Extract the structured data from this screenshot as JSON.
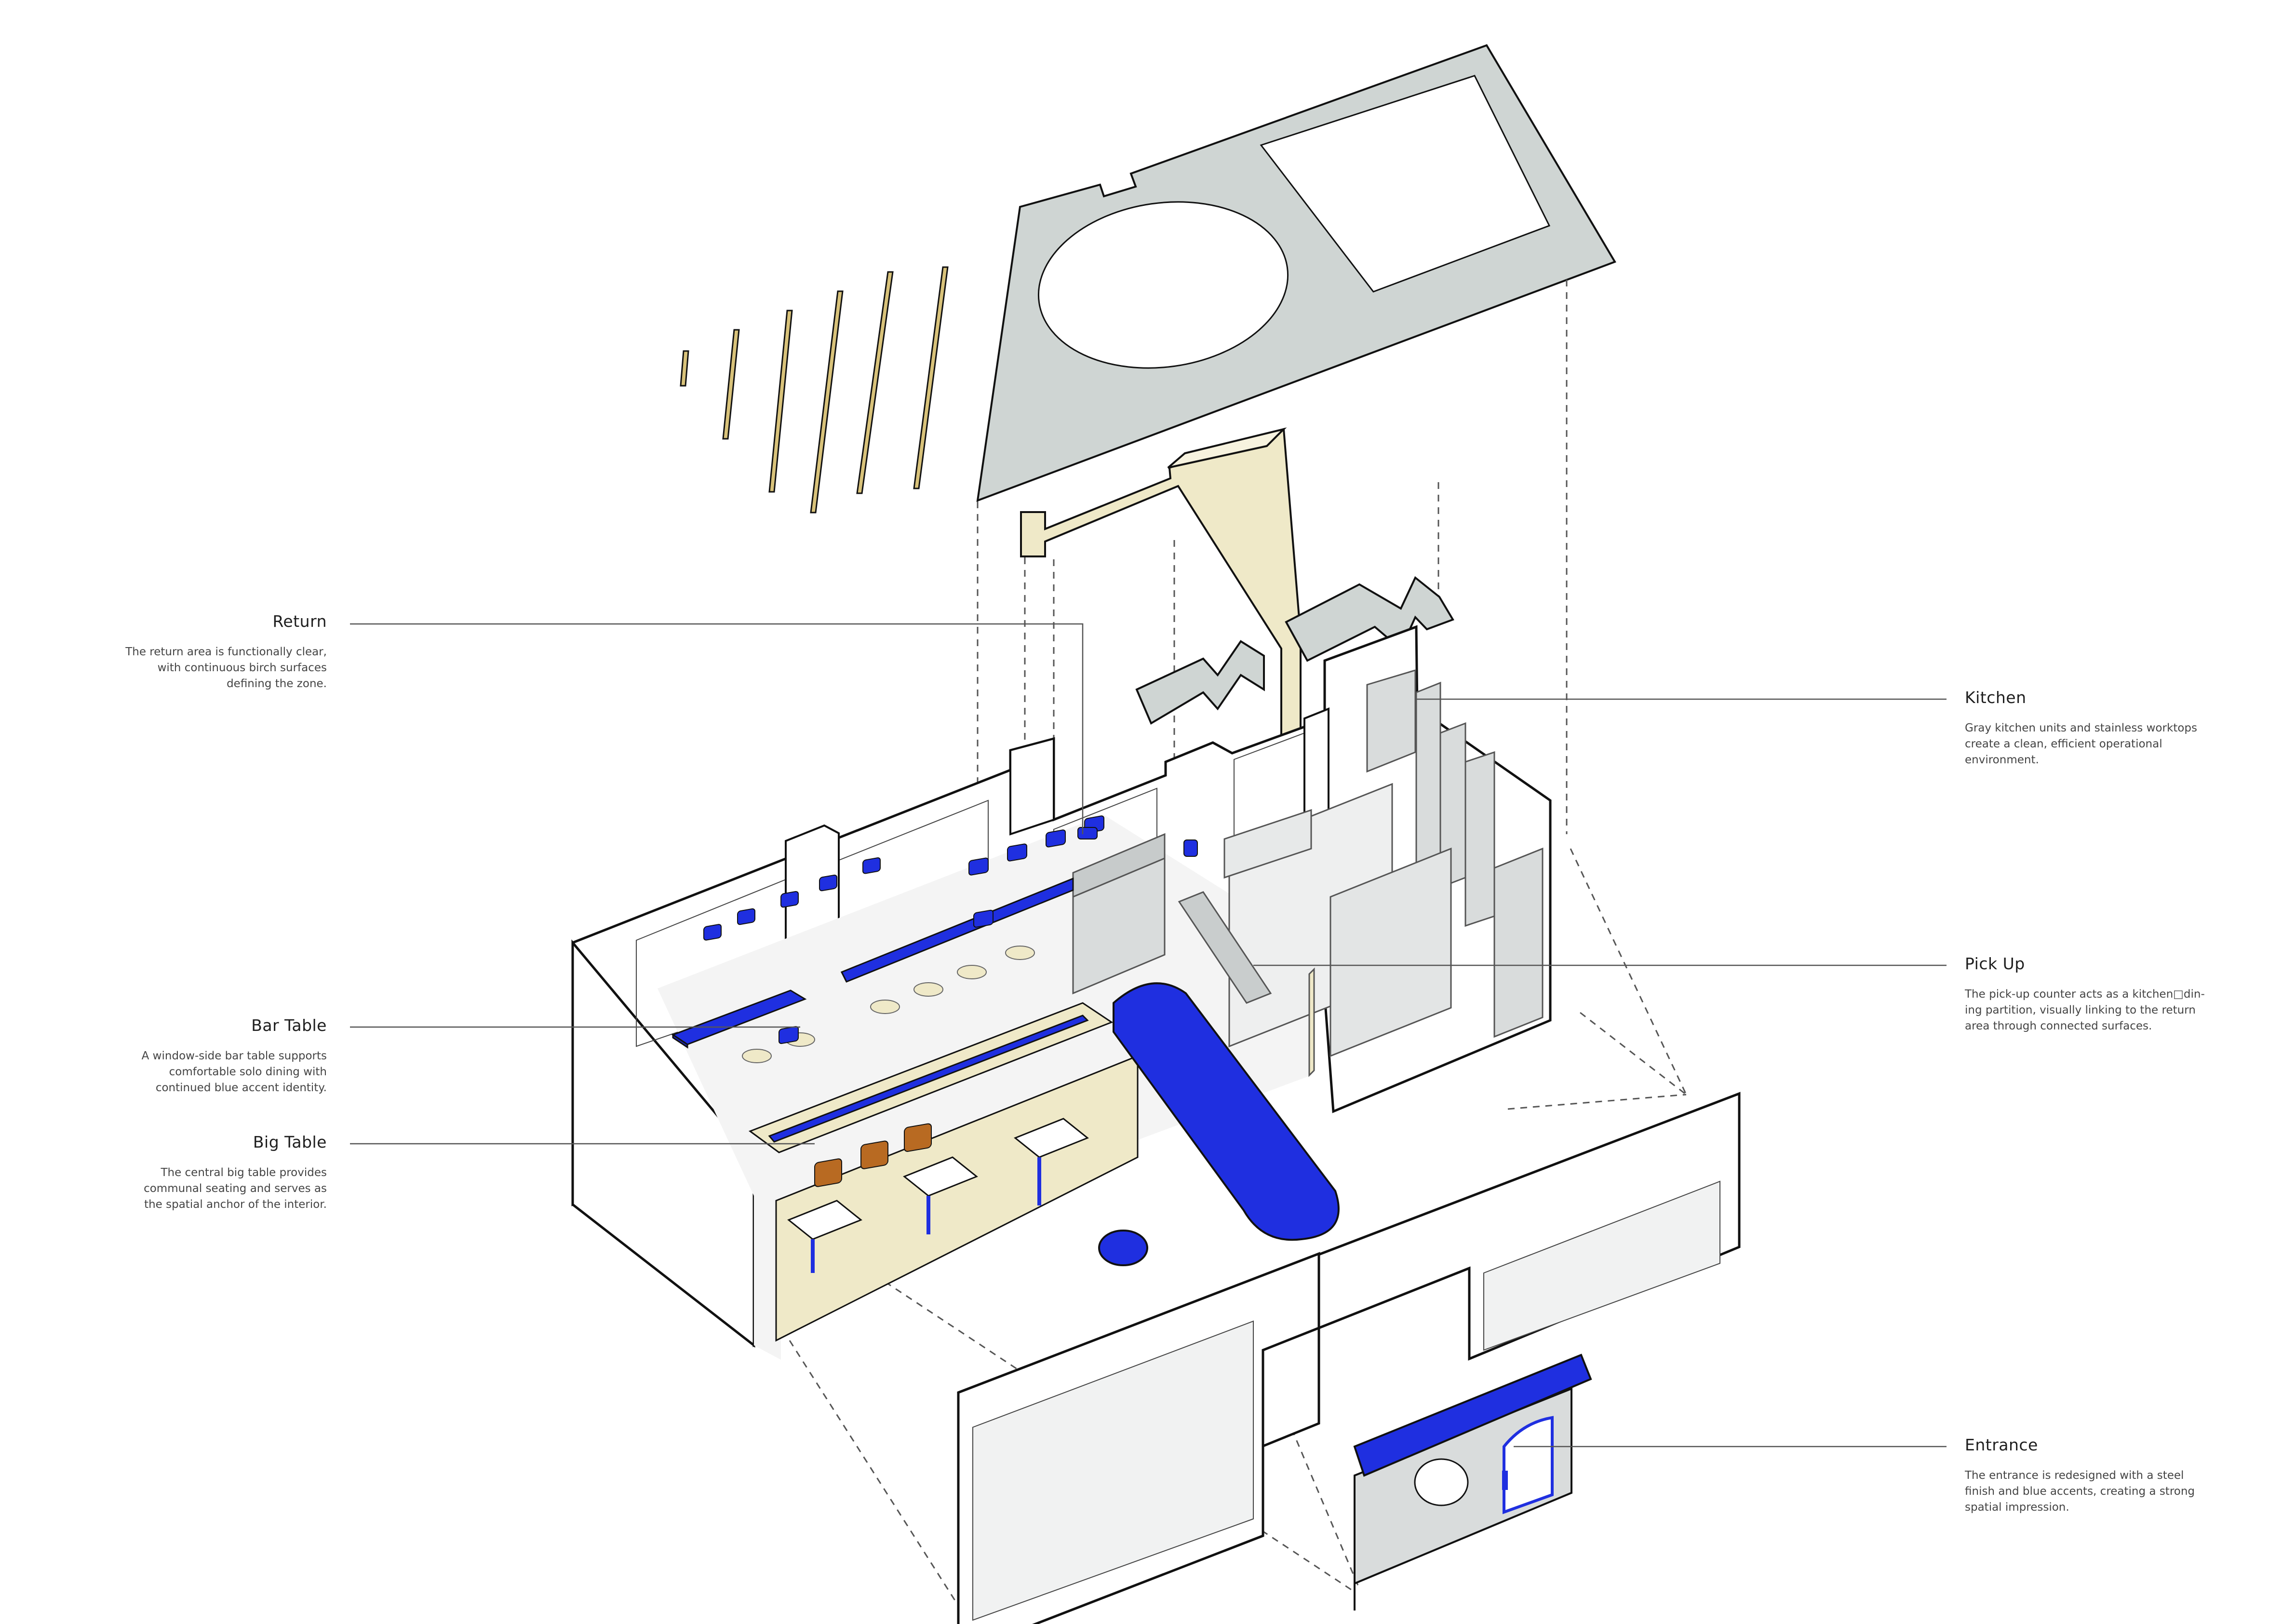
{
  "callouts": {
    "return": {
      "title": "Return",
      "desc_lines": [
        "The return area is functionally clear,",
        "with continuous birch surfaces",
        "defining the zone."
      ]
    },
    "bar_table": {
      "title": "Bar Table",
      "desc_lines": [
        "A window-side bar table supports",
        "comfortable solo dining with",
        "continued blue accent identity."
      ]
    },
    "big_table": {
      "title": "Big Table",
      "desc_lines": [
        "The central big table provides",
        "communal seating and serves as",
        "the spatial anchor of the interior."
      ]
    },
    "kitchen": {
      "title": "Kitchen",
      "desc_lines": [
        "Gray kitchen units and stainless worktops",
        "create a clean, efficient operational",
        "environment."
      ]
    },
    "pick_up": {
      "title": "Pick Up",
      "desc_lines": [
        "The pick-up counter acts as a kitchen□din-",
        "ing partition, visually linking to the return",
        "area through connected surfaces."
      ]
    },
    "entrance": {
      "title": "Entrance",
      "desc_lines": [
        "The entrance is redesigned with a steel",
        "finish and blue accents, creating a strong",
        "spatial impression."
      ]
    }
  },
  "colors": {
    "accent_blue": "#1f2fe0",
    "birch": "#efe9c8",
    "birch_stick": "#d8c27a",
    "ceiling_gray": "#cfd5d3",
    "kitchen_gray": "#d9dcdc",
    "wood_chair": "#b86a22",
    "line": "#111111",
    "leader_line": "#555555"
  }
}
